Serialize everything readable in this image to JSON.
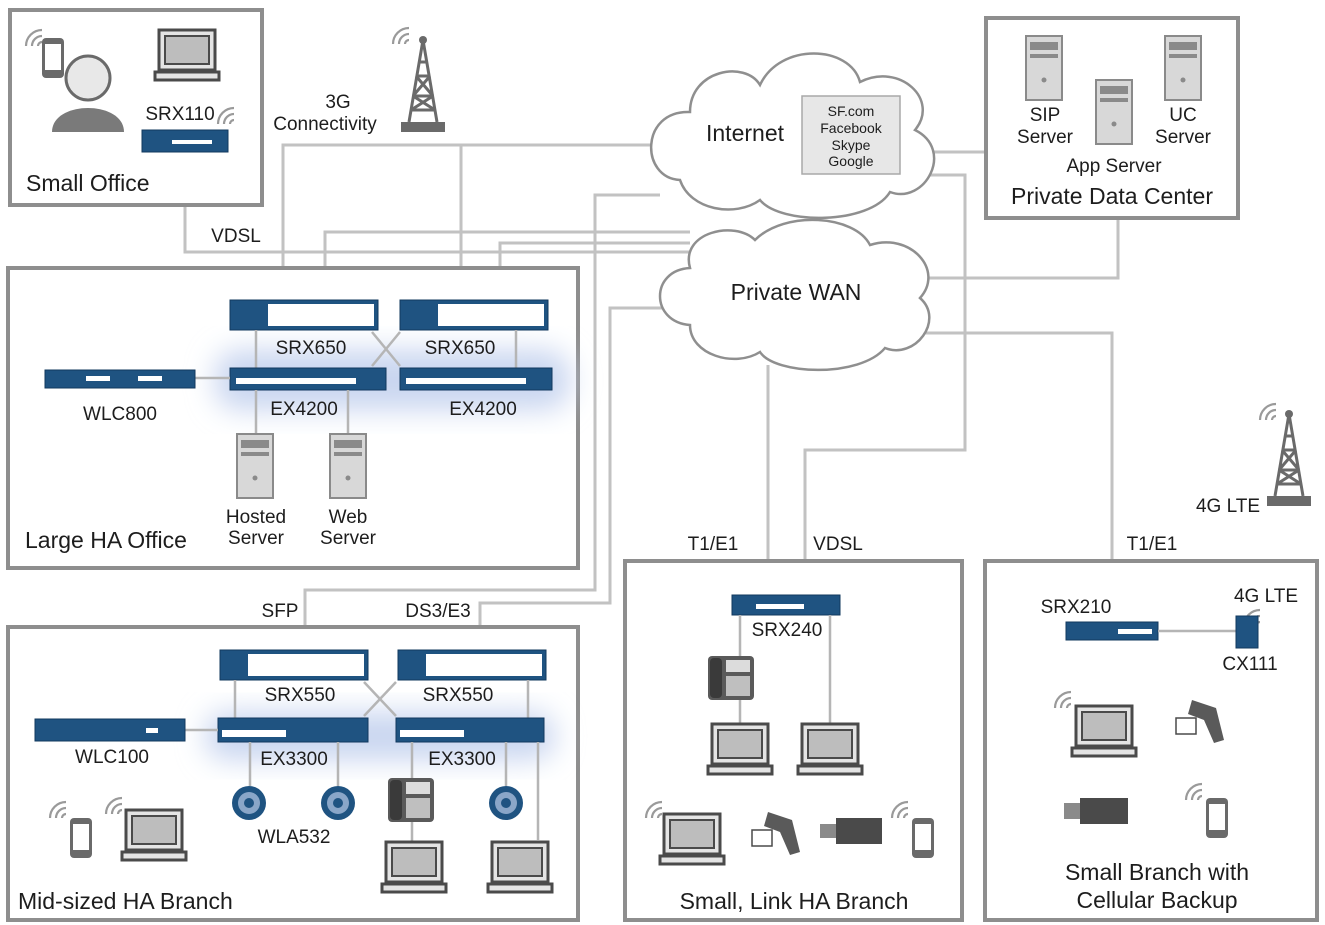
{
  "sites": {
    "small_office": "Small Office",
    "large_ha": "Large HA Office",
    "mid_ha": "Mid-sized HA Branch",
    "small_link_ha": "Small, Link HA Branch",
    "small_cell_1": "Small Branch with",
    "small_cell_2": "Cellular Backup",
    "private_dc": "Private Data Center"
  },
  "clouds": {
    "internet": "Internet",
    "private_wan": "Private WAN",
    "saas": [
      "SF.com",
      "Facebook",
      "Skype",
      "Google"
    ]
  },
  "links": {
    "three_g_1": "3G",
    "three_g_2": "Connectivity",
    "vdsl": "VDSL",
    "sfp": "SFP",
    "ds3": "DS3/E3",
    "t1_a": "T1/E1",
    "vdsl_b": "VDSL",
    "t1_b": "T1/E1",
    "four_g_tower": "4G LTE"
  },
  "devices": {
    "srx110": "SRX110",
    "srx650_a": "SRX650",
    "srx650_b": "SRX650",
    "ex4200_a": "EX4200",
    "ex4200_b": "EX4200",
    "wlc800": "WLC800",
    "hosted_1": "Hosted",
    "hosted_2": "Server",
    "web_1": "Web",
    "web_2": "Server",
    "srx550_a": "SRX550",
    "srx550_b": "SRX550",
    "ex3300_a": "EX3300",
    "ex3300_b": "EX3300",
    "wlc100": "WLC100",
    "wla532": "WLA532",
    "srx240": "SRX240",
    "srx210": "SRX210",
    "lte_modem": "4G LTE",
    "cx111": "CX111",
    "sip_1": "SIP",
    "sip_2": "Server",
    "uc_1": "UC",
    "uc_2": "Server",
    "app": "App Server"
  },
  "icons": [
    "user-icon",
    "phone-icon",
    "laptop-icon",
    "server-icon",
    "tower-icon",
    "ip-phone-icon",
    "barcode-scanner-icon",
    "usb-modem-icon",
    "access-point-icon"
  ],
  "colors": {
    "device": "#1f5381",
    "box_border": "#8e8e8e",
    "line": "#c2c2c2",
    "glow": "#c9d6f0"
  }
}
